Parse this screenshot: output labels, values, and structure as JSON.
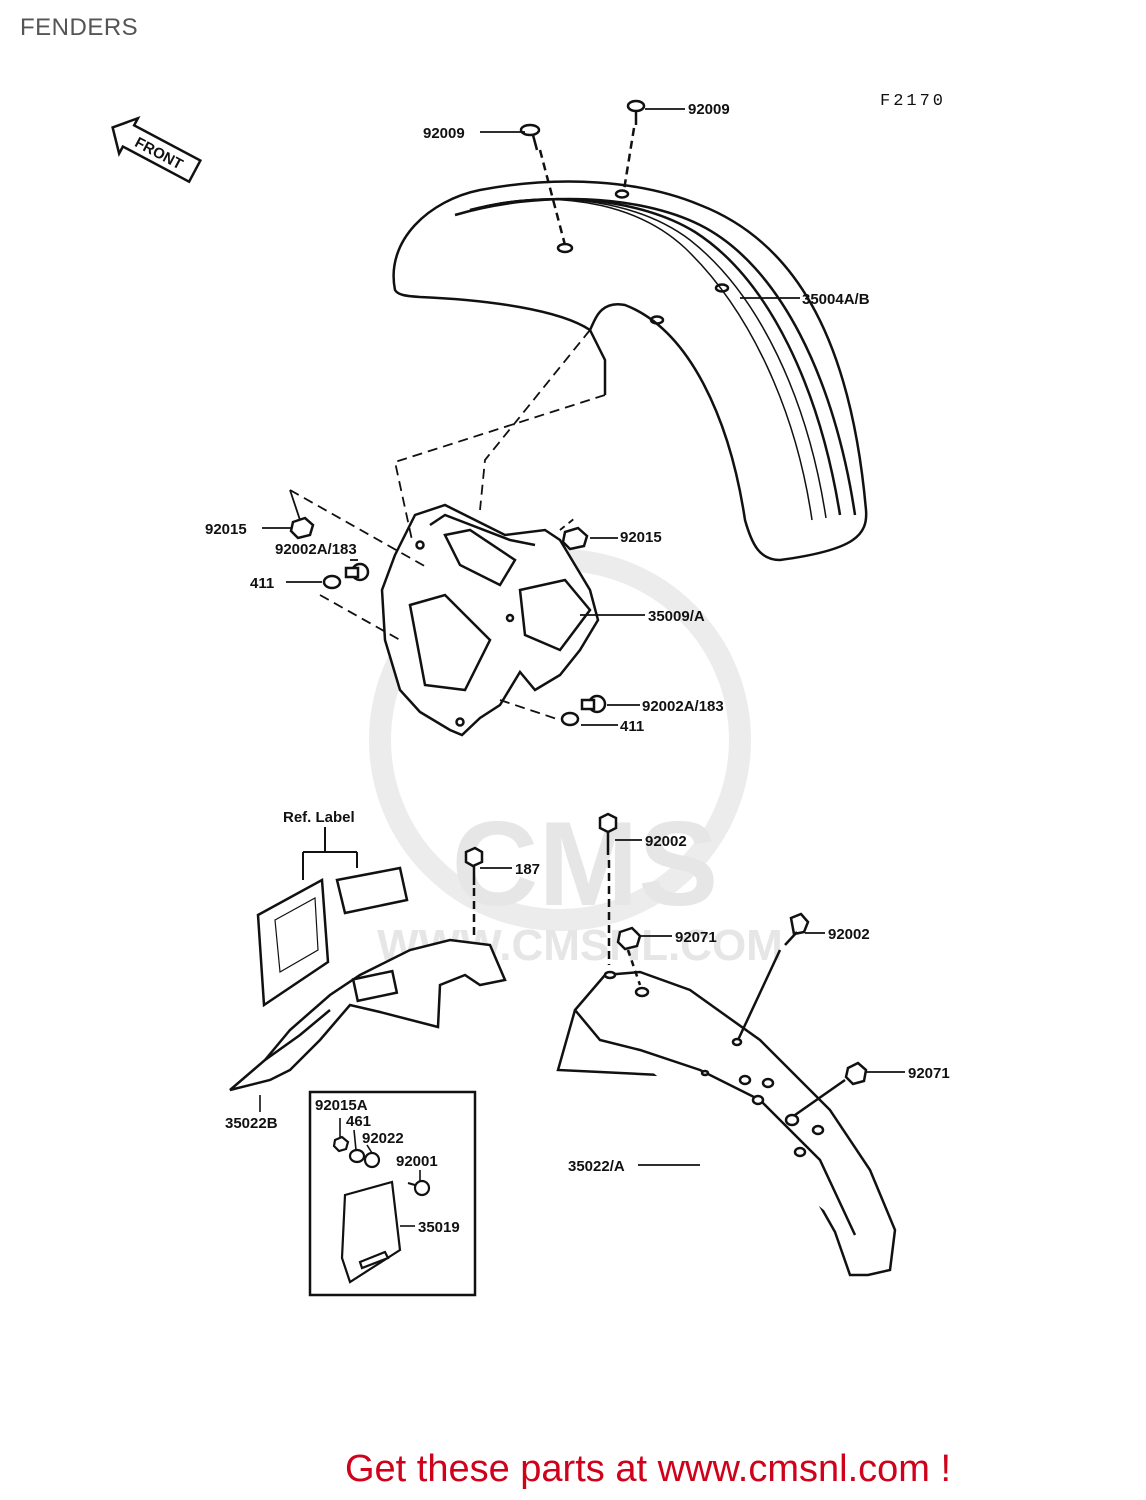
{
  "page": {
    "title": "FENDERS",
    "footer_link_text": "Get these parts at www.cmsnl.com !"
  },
  "diagram": {
    "figure_code": "F2170",
    "front_arrow_label": "FRONT",
    "watermark": "CMS",
    "watermark_url": "WWW.CMSNL.COM",
    "ref_label": "Ref. Label",
    "callouts": {
      "c92009_left": "92009",
      "c92009_right": "92009",
      "c35004": "35004A/B",
      "c92015_left": "92015",
      "c92015_right": "92015",
      "c92002a_left": "92002A/183",
      "c411_left": "411",
      "c35009": "35009/A",
      "c92002a_right": "92002A/183",
      "c411_right": "411",
      "c187": "187",
      "c92002_top": "92002",
      "c92071_top": "92071",
      "c92002_right": "92002",
      "c92071_right": "92071",
      "c35022b": "35022B",
      "c92015a": "92015A",
      "c461": "461",
      "c92022": "92022",
      "c92001": "92001",
      "c35019": "35019",
      "c35022a": "35022/A"
    },
    "colors": {
      "line": "#111111",
      "footer_link": "#d0021b",
      "watermark": "#e6e6e6"
    }
  }
}
